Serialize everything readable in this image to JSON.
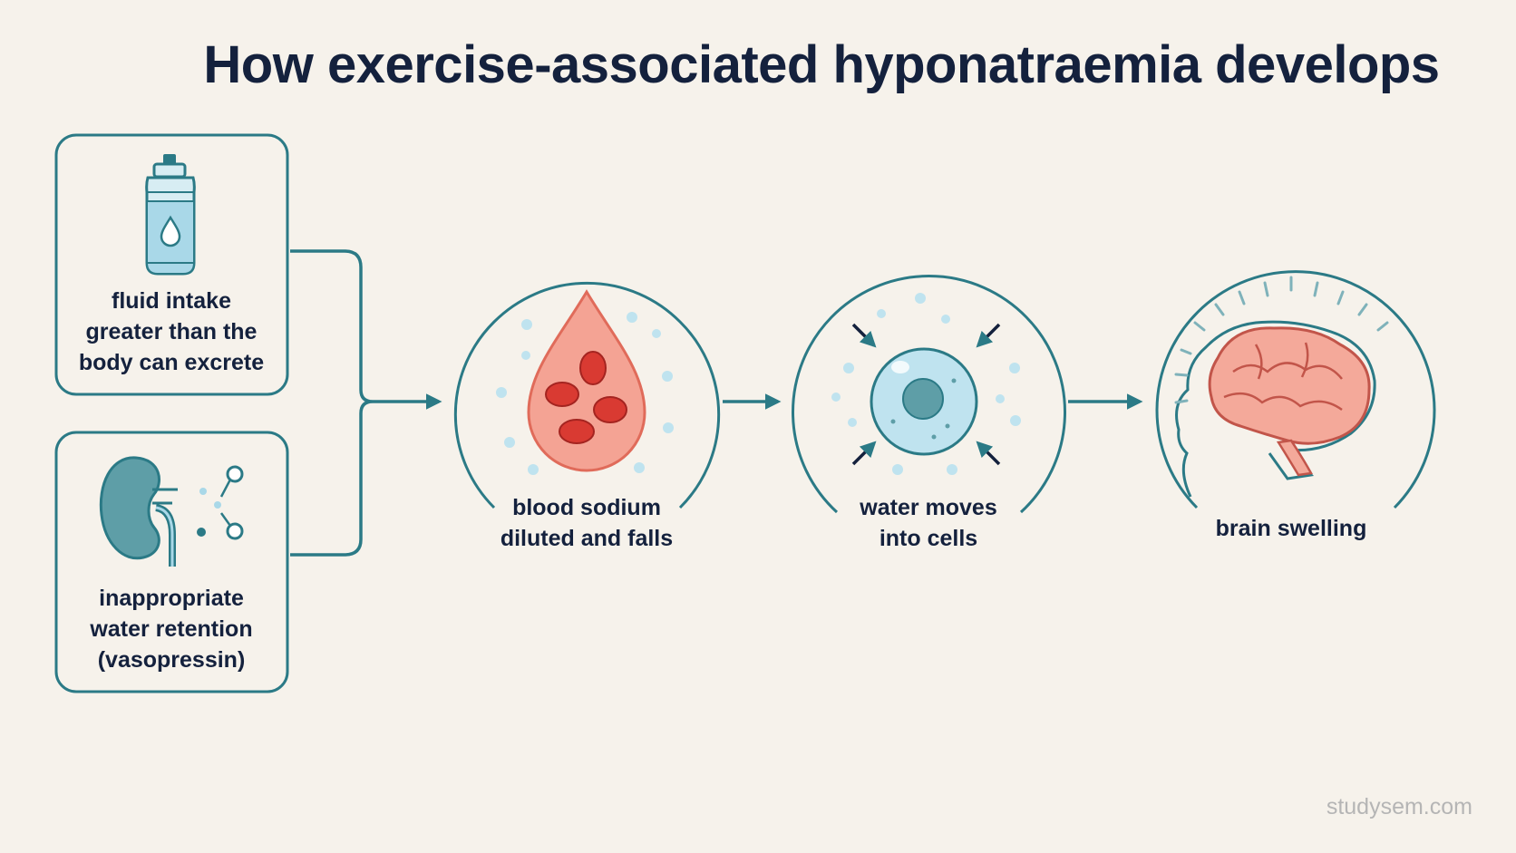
{
  "title": "How exercise-associated hyponatraemia develops",
  "causes": [
    {
      "label_lines": [
        "fluid intake",
        "greater than the",
        "body can excrete"
      ],
      "icon": "water-bottle-icon"
    },
    {
      "label_lines": [
        "inappropriate",
        "water retention",
        "(vasopressin)"
      ],
      "icon": "kidney-icon"
    }
  ],
  "steps": [
    {
      "label_lines": [
        "blood sodium",
        "diluted and falls"
      ],
      "icon": "blood-drop-icon"
    },
    {
      "label_lines": [
        "water moves",
        "into cells"
      ],
      "icon": "swelling-cell-icon"
    },
    {
      "label_lines": [
        "brain swelling"
      ],
      "icon": "brain-icon"
    }
  ],
  "watermark": "studysem.com",
  "colors": {
    "background": "#f6f2eb",
    "outline": "#2b7a86",
    "title": "#14213d",
    "blood": "#f08b7a",
    "blood_cell": "#d93a32",
    "water": "#b9e0ee",
    "brain": "#f4a99a"
  }
}
